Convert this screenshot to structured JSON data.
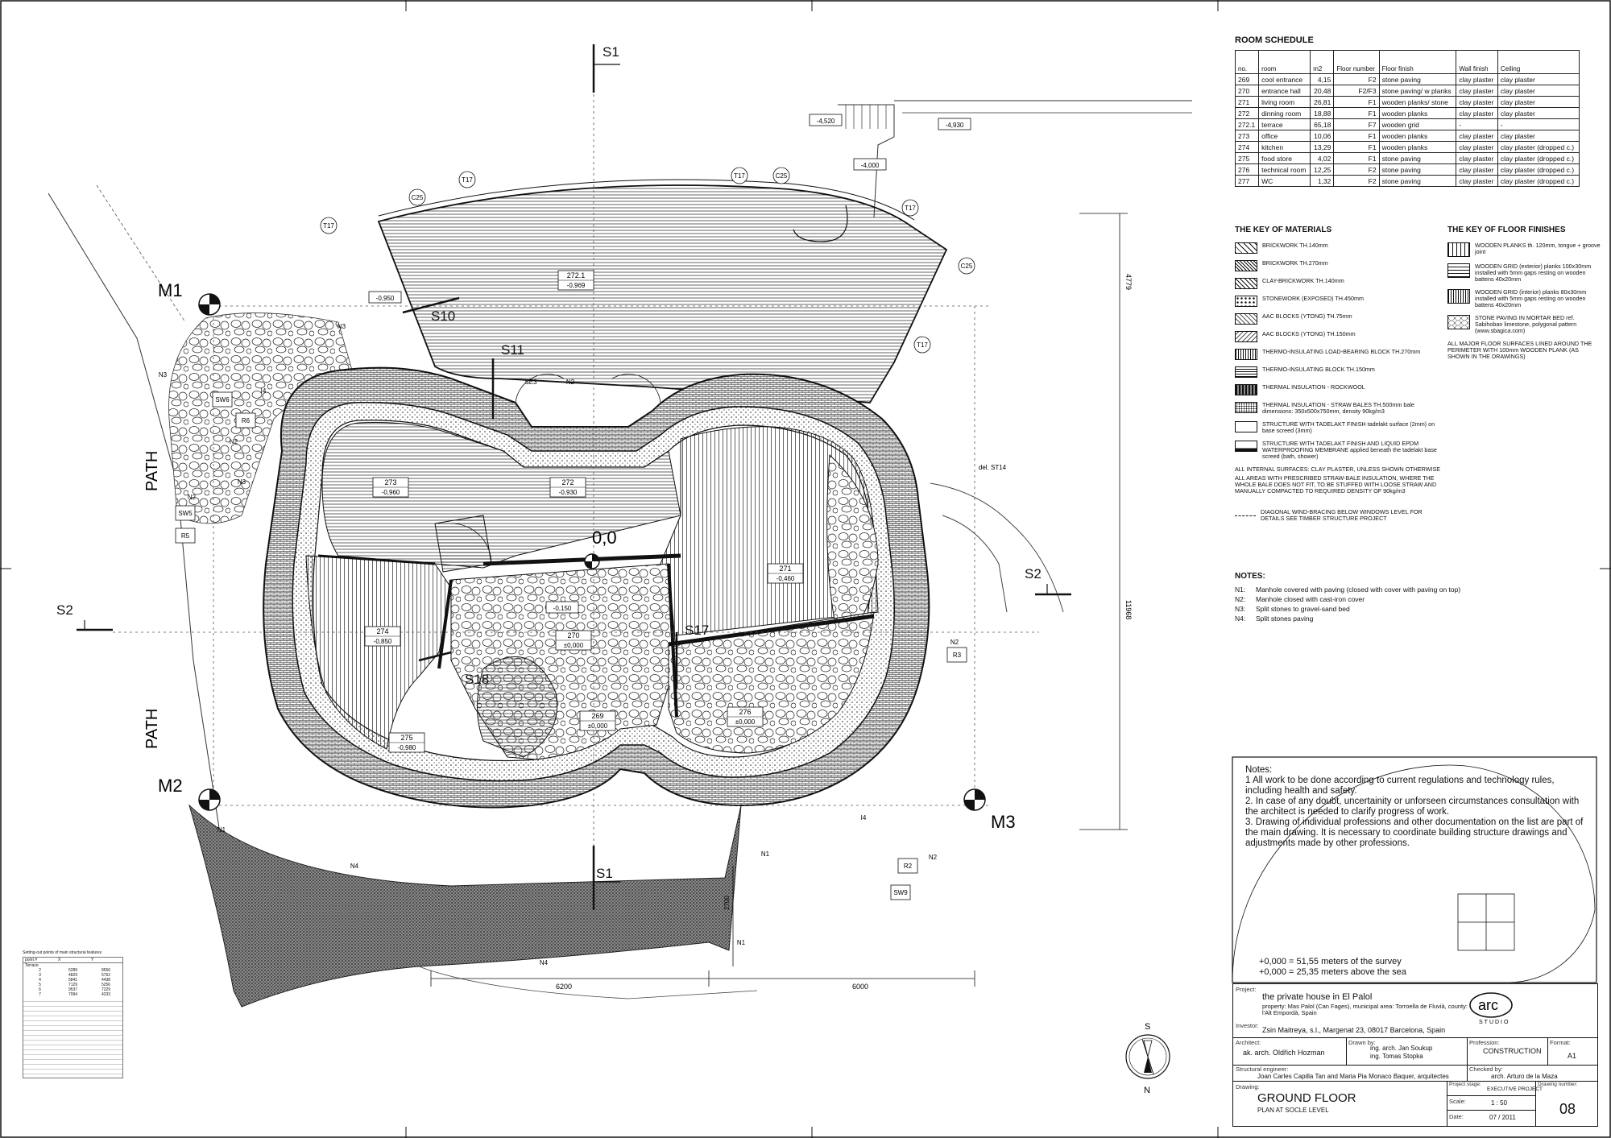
{
  "marks": {
    "s1_top": "S1",
    "s1_bottom": "S1",
    "s2_left": "S2",
    "s2_right": "S2",
    "s10": "S10",
    "s11": "S11",
    "s17": "S17",
    "s18": "S18",
    "m1": "M1",
    "m2": "M2",
    "m3": "M3",
    "path_upper": "PATH",
    "path_lower": "PATH",
    "zero": "0,0",
    "north": "N",
    "south": "S"
  },
  "room_tags": [
    {
      "no": "272.1",
      "level": "-0,969"
    },
    {
      "no": "273",
      "level": "-0,960"
    },
    {
      "no": "272",
      "level": "-0,930"
    },
    {
      "no": "271",
      "level": "-0,460"
    },
    {
      "no": "274",
      "level": "-0,850"
    },
    {
      "no": "270",
      "level": "±0,000"
    },
    {
      "no": "275",
      "level": "-0,980"
    },
    {
      "no": "269",
      "level": "±0,000"
    },
    {
      "no": "276",
      "level": "±0,000"
    }
  ],
  "levels": [
    "-4,520",
    "-4,930",
    "-4,000",
    "-0,950",
    "-0,150"
  ],
  "small_tags": [
    "T17",
    "T17",
    "T17",
    "T17",
    "T17",
    "C25",
    "C25",
    "C25",
    "N1",
    "N1",
    "N1",
    "N2",
    "N2",
    "N2",
    "N2",
    "N2",
    "N3",
    "N3",
    "N3",
    "N4",
    "N4",
    "R5",
    "R6",
    "R3",
    "R2",
    "SW5",
    "SW6",
    "SW9",
    "I4",
    "I4",
    "SE3",
    "del. ST14"
  ],
  "dimensions": {
    "d6200": "6200",
    "d6000": "6000",
    "d4779": "4779",
    "d11968": "11968",
    "d2700": "2700"
  },
  "room_schedule": {
    "title": "ROOM SCHEDULE",
    "headers": [
      "no.",
      "room",
      "m2",
      "Floor number",
      "Floor finish",
      "Wall finish",
      "Ceiling"
    ],
    "rows": [
      [
        "269",
        "cool entrance",
        "4,15",
        "F2",
        "stone paving",
        "clay plaster",
        "clay plaster"
      ],
      [
        "270",
        "entrance hall",
        "20,48",
        "F2/F3",
        "stone paving/ w planks",
        "clay plaster",
        "clay plaster"
      ],
      [
        "271",
        "living room",
        "26,81",
        "F1",
        "wooden planks/ stone",
        "clay plaster",
        "clay plaster"
      ],
      [
        "272",
        "dinning room",
        "18,88",
        "F1",
        "wooden planks",
        "clay plaster",
        "clay plaster"
      ],
      [
        "272.1",
        "terrace",
        "65,18",
        "F7",
        "wooden grid",
        "-",
        "-"
      ],
      [
        "273",
        "office",
        "10,06",
        "F1",
        "wooden planks",
        "clay plaster",
        "clay plaster"
      ],
      [
        "274",
        "kitchen",
        "13,29",
        "F1",
        "wooden planks",
        "clay plaster",
        "clay plaster (dropped c.)"
      ],
      [
        "275",
        "food store",
        "4,02",
        "F1",
        "stone paving",
        "clay plaster",
        "clay plaster (dropped c.)"
      ],
      [
        "276",
        "technical room",
        "12,25",
        "F2",
        "stone paving",
        "clay plaster",
        "clay plaster (dropped c.)"
      ],
      [
        "277",
        "WC",
        "1,32",
        "F2",
        "stone paving",
        "clay plaster",
        "clay plaster (dropped c.)"
      ]
    ]
  },
  "materials": {
    "title": "THE KEY OF MATERIALS",
    "items": [
      "BRICKWORK TH.140mm",
      "BRICKWORK TH.270mm",
      "CLAY-BRICKWORK TH.140mm",
      "STONEWORK (EXPOSED) TH.450mm",
      "AAC BLOCKS (YTONG) TH.75mm",
      "AAC BLOCKS (YTONG) TH.150mm",
      "THERMO-INSULATING LOAD-BEARING BLOCK TH.270mm",
      "THERMO-INSULATING BLOCK TH.150mm",
      "THERMAL INSULATION - ROCKWOOL",
      "THERMAL INSULATION - STRAW BALES TH.500mm bale dimensions: 350x500x750mm, density 90kg/m3",
      "STRUCTURE WITH TADELAKT FINISH tadelakt surface (2mm) on base screed (3mm)",
      "STRUCTURE WITH TADELAKT FINISH AND LIQUID EPDM WATERPROOFING MEMBRANE applied beneath the tadelakt base screed (bath, shower)"
    ],
    "note1": "ALL INTERNAL SURFACES: CLAY PLASTER, UNLESS SHOWN OTHERWISE",
    "note2": "ALL AREAS WITH PRESCRIBED STRAW-BALE INSULATION, WHERE THE WHOLE BALE DOES NOT FIT, TO BE STUFFED WITH LOOSE STRAW AND MANUALLY COMPACTED TO REQUIRED DENSITY OF 90kg/m3",
    "bracing": "DIAGONAL WIND-BRACING BELOW WINDOWS LEVEL FOR DETAILS SEE TIMBER STRUCTURE PROJECT"
  },
  "floor_finishes": {
    "title": "THE KEY OF FLOOR FINISHES",
    "items": [
      "WOODEN PLANKS th. 120mm, tongue + groove joint",
      "WOODEN GRID (exterior) planks 100x30mm installed with 5mm gaps resting on wooden battens 40x20mm",
      "WOODEN GRID (interior) planks 80x30mm installed with 5mm gaps resting on wooden battens 40x20mm",
      "STONE PAVING IN MORTAR BED ref. Sabihoban limestone, polygonal pattern (www.sbagica.com)"
    ],
    "note": "ALL MAJOR FLOOR SURFACES LINED AROUND THE PERIMETER WITH 100mm WOODEN PLANK (AS SHOWN IN THE DRAWINGS)"
  },
  "notes_small": {
    "title": "NOTES:",
    "items": [
      [
        "N1:",
        "Manhole covered with paving (closed with cover with paving on top)"
      ],
      [
        "N2:",
        "Manhole closed with cast-iron cover"
      ],
      [
        "N3:",
        "Split stones to gravel-sand bed"
      ],
      [
        "N4:",
        "Split stones paving"
      ]
    ]
  },
  "notes_big": {
    "title": "Notes:",
    "items": [
      "1 All work to be done according to current regulations and technology rules, including health and safety.",
      "2. In case of any doubt, uncertainity or unforseen circumstances consultation with the architect is needed to clarify progress of work.",
      "3. Drawing of individual professions and other documentation on the list are part of the main drawing. It is necessary to coordinate building structure drawings and adjustments made by other professions."
    ],
    "datum1": "+0,000 = 51,55 meters of the survey",
    "datum2": "+0,000 = 25,35 meters above the sea"
  },
  "title_block": {
    "project_label": "Project:",
    "project": "the private house in El Palol",
    "property": "property: Mas Palol (Can Fages), municipal area: Torroella de Fluvià, county: l'Alt Empordà, Spain",
    "investor_label": "Investor:",
    "investor": "Zsin Maitreya, s.l., Margenat 23, 08017 Barcelona, Spain",
    "architect_label": "Architect:",
    "architect": "ak. arch. Oldřich Hozman",
    "drawn_label": "Drawn by:",
    "drawn1": "ing. arch. Jan Soukup",
    "drawn2": "ing. Tomas Stopka",
    "profession_label": "Profession:",
    "profession": "CONSTRUCTION",
    "format_label": "Format:",
    "format": "A1",
    "structural_label": "Structural engineer:",
    "structural": "Joan Carles Capilla Tan and Maria Pia Monaco Baquer, arquitectes",
    "checked_label": "Checked by:",
    "checked": "arch. Arturo de la Maza",
    "drawing_label": "Drawing:",
    "drawing": "GROUND FLOOR",
    "drawing_sub": "PLAN AT SOCLE LEVEL",
    "stage_label": "Project stage:",
    "stage": "EXECUTIVE PROJECT",
    "scale_label": "Scale:",
    "scale": "1 : 50",
    "date_label": "Date:",
    "date": "07 / 2011",
    "number_label": "Drawing number:",
    "number": "08",
    "logo": "arc",
    "logo_sub": "STUDIO"
  },
  "setting_out": {
    "title": "Setting-out points of main structural features",
    "headers": [
      "point #",
      "X",
      "Y"
    ],
    "group": "Terrace",
    "rows": [
      [
        "2",
        "5289",
        "8556"
      ],
      [
        "3",
        "4829",
        "5752"
      ],
      [
        "4",
        "5841",
        "4438"
      ],
      [
        "5",
        "7129",
        "5256"
      ],
      [
        "6",
        "9537",
        "7229"
      ],
      [
        "7",
        "7094",
        "4233"
      ]
    ]
  }
}
